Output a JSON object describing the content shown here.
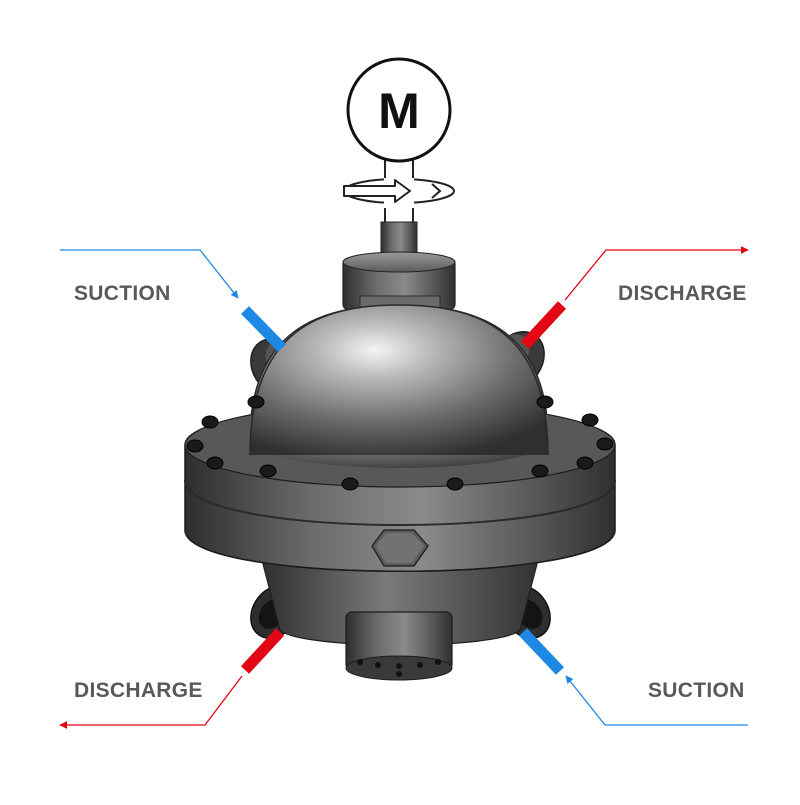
{
  "motor": {
    "symbol": "M"
  },
  "labels": {
    "suction_top_left": "SUCTION",
    "discharge_top_right": "DISCHARGE",
    "discharge_bottom_left": "DISCHARGE",
    "suction_bottom_right": "SUCTION"
  },
  "colors": {
    "suction": "#1e88e5",
    "discharge": "#e30613",
    "label_text": "#58595b",
    "pump_body": "#4a4a4a"
  }
}
